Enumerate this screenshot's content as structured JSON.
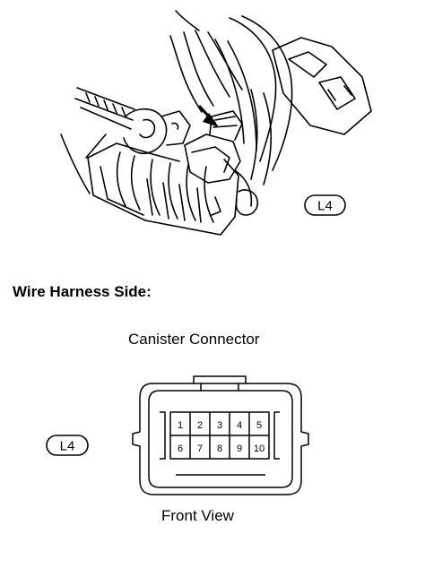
{
  "harness_badge_top": "L4",
  "section_heading": "Wire Harness Side:",
  "connector_title": "Canister Connector",
  "connector_badge": "L4",
  "pins_row1": [
    "1",
    "2",
    "3",
    "4",
    "5"
  ],
  "pins_row2": [
    "6",
    "7",
    "8",
    "9",
    "10"
  ],
  "view_caption": "Front View",
  "icons": [
    "arrow-icon"
  ]
}
